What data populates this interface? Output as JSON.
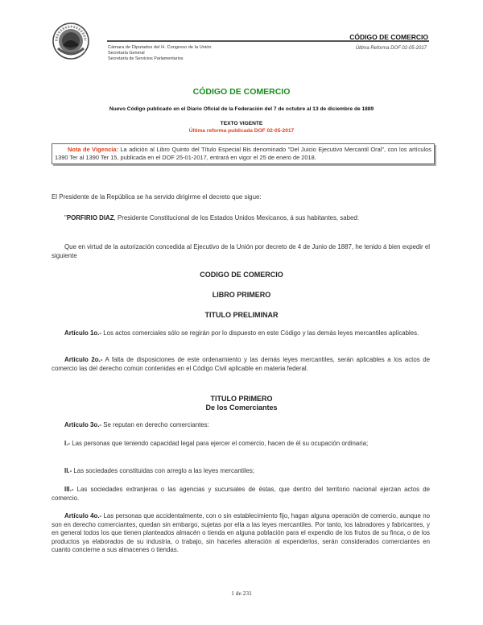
{
  "header": {
    "seal_icon": "mexican-coat-of-arms-seal",
    "institution": "Cámara de Diputados del H. Congreso de la Unión",
    "dept1": "Secretaría General",
    "dept2": "Secretaría de Servicios Parlamentarios",
    "doc_title": "CÓDIGO DE COMERCIO",
    "last_reform": "Última Reforma DOF 02-05-2017"
  },
  "title": {
    "main": "CÓDIGO DE COMERCIO",
    "publication": "Nuevo Código publicado en el Diario Oficial de la Federación del 7 de octubre al 13 de diciembre de 1889",
    "status": "TEXTO VIGENTE",
    "reform": "Última reforma publicada DOF 02-05-2017"
  },
  "note": {
    "label": "Nota de Vigencia:",
    "text": " La adición al Libro Quinto del Título Especial Bis denominado \"Del Juicio Ejecutivo Mercantil Oral\", con los artículos 1390 Ter al 1390 Ter 15, publicada en el DOF 25-01-2017, entrará en vigor el 25 de enero de 2018."
  },
  "body": {
    "intro": "El Presidente de la República se ha servido dirigirme el decreto que sigue:",
    "porfirio_open": "\"",
    "porfirio_name": "PORFIRIO DIAZ",
    "porfirio_rest": ", Presidente Constitucional de los Estados Unidos Mexicanos, á sus habitantes, sabed:",
    "virtue": "Que en virtud de la autorización concedida al Ejecutivo de la Unión por decreto de 4 de Junio de 1887, he tenido á bien expedir el siguiente",
    "h_codigo": "CODIGO DE COMERCIO",
    "h_libro": "LIBRO PRIMERO",
    "h_titulo_pre": "TITULO PRELIMINAR",
    "art1_label": "Artículo 1o.-",
    "art1_text": " Los actos comerciales sólo se regirán por lo dispuesto en este Código y las demás leyes mercantiles aplicables.",
    "art2_label": "Artículo 2o.-",
    "art2_text": " A falta de disposiciones de este ordenamiento y las demás leyes mercantiles, serán aplicables a los actos de comercio las del derecho común contenidas en el Código Civil aplicable en materia federal.",
    "h_titulo_primero": "TITULO PRIMERO",
    "h_comerciantes": "De los Comerciantes",
    "art3_label": "Artículo 3o.-",
    "art3_text": " Se reputan en derecho comerciantes:",
    "fr1_label": "I.-",
    "fr1_text": " Las personas que teniendo capacidad legal para ejercer el comercio, hacen de él su ocupación ordinaria;",
    "fr2_label": "II.-",
    "fr2_text": " Las sociedades constituidas con arreglo a las leyes mercantiles;",
    "fr3_label": "III.-",
    "fr3_text": " Las sociedades extranjeras o las agencias y sucursales de éstas, que dentro del territorio nacional ejerzan actos de comercio.",
    "art4_label": "Artículo 4o.-",
    "art4_text": " Las personas que accidentalmente, con o sin establecimiento fijo, hagan alguna operación de comercio, aunque no son en derecho comerciantes, quedan sin embargo, sujetas por ella a las leyes mercantiles. Por tanto, los labradores y fabricantes, y en general todos los que tienen planteados almacén o tienda en alguna población para el expendio de los frutos de su finca, o de los productos ya elaborados de su industria, o trabajo, sin hacerles alteración al expenderlos, serán considerados comerciantes en cuanto concierne a sus almacenes o tiendas."
  },
  "footer": {
    "page": "1 de 231"
  },
  "colors": {
    "title_green": "#1a8c1a",
    "reform_orange": "#e0401a"
  }
}
